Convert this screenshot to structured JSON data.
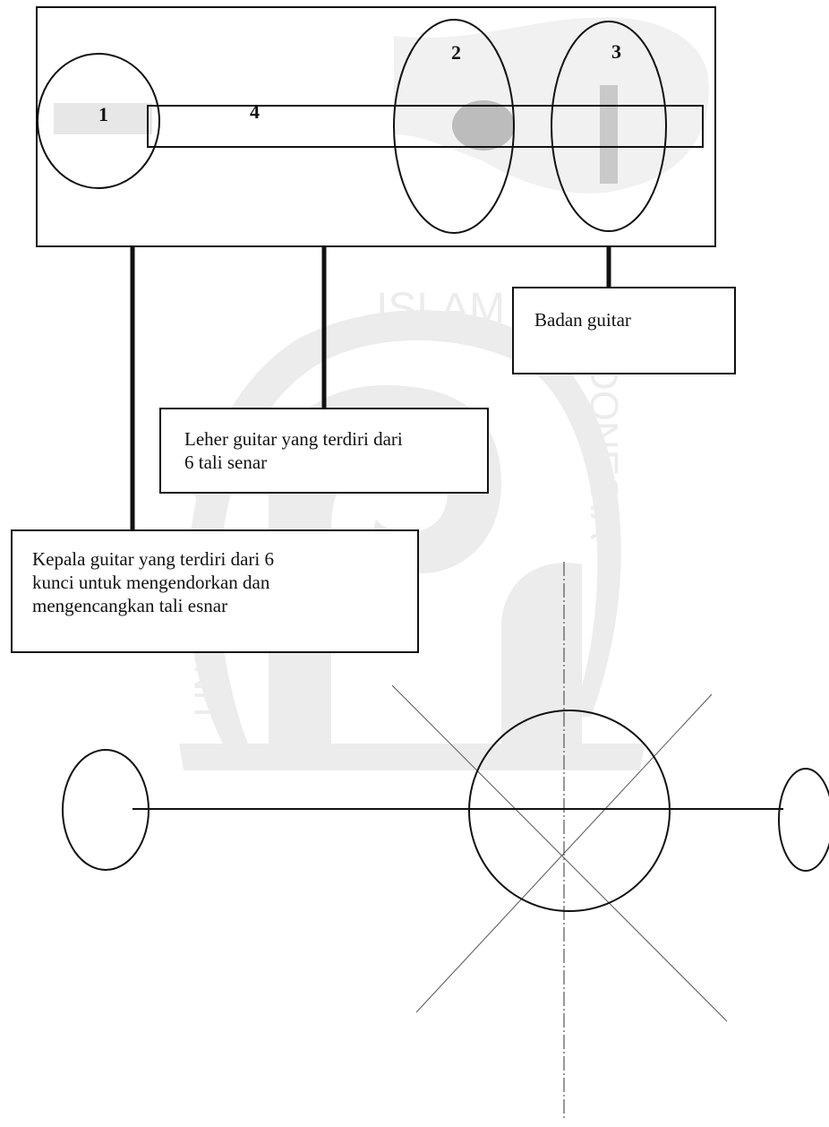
{
  "diagram": {
    "part_numbers": [
      "1",
      "2",
      "3",
      "4"
    ],
    "callouts": {
      "body": "Badan guitar",
      "neck_lines": [
        "Leher guitar yang terdiri dari",
        "6 tali senar"
      ],
      "head_lines": [
        "Kepala guitar yang terdiri dari 6",
        "kunci untuk mengendorkan dan",
        "mengencangkan tali esnar"
      ]
    },
    "watermark": {
      "text_top": "ISLAM",
      "text_right": "INDONESIA",
      "text_left": "UNIVERSITAS"
    },
    "colors": {
      "ink": "#111111",
      "watermark": "#ececec",
      "photo_shade": "#c8c8c8"
    }
  }
}
